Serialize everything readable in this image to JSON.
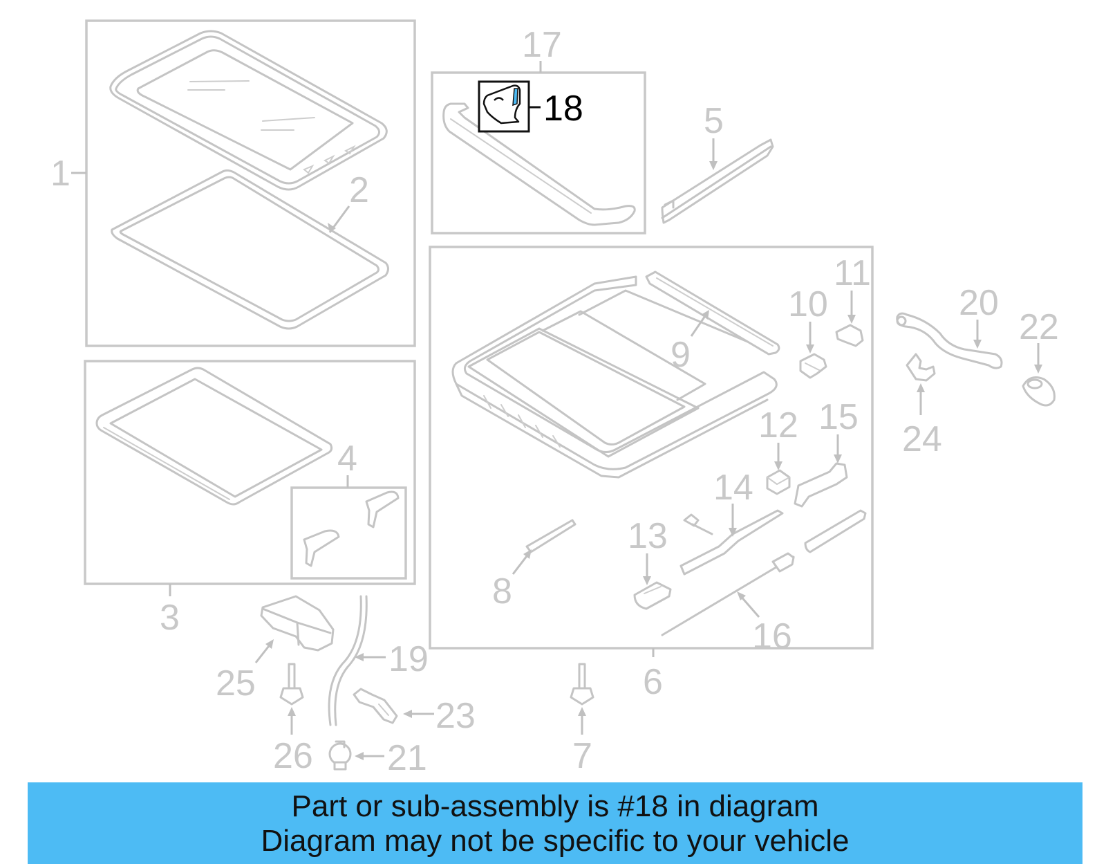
{
  "labels": {
    "l1": "1",
    "l2": "2",
    "l3": "3",
    "l4": "4",
    "l5": "5",
    "l6": "6",
    "l7": "7",
    "l8": "8",
    "l9": "9",
    "l10": "10",
    "l11": "11",
    "l12": "12",
    "l13": "13",
    "l14": "14",
    "l15": "15",
    "l16": "16",
    "l17": "17",
    "l18": "18",
    "l19": "19",
    "l20": "20",
    "l21": "21",
    "l22": "22",
    "l23": "23",
    "l24": "24",
    "l25": "25",
    "l26": "26"
  },
  "highlighted_part": "18",
  "banner": {
    "line1": "Part or sub-assembly is #18 in diagram",
    "line2": "Diagram may not be specific to your vehicle"
  },
  "colors": {
    "banner": "#4dbbf4",
    "highlight_accent": "#4dbbf4",
    "parts_gray": "#c4c4c4"
  }
}
